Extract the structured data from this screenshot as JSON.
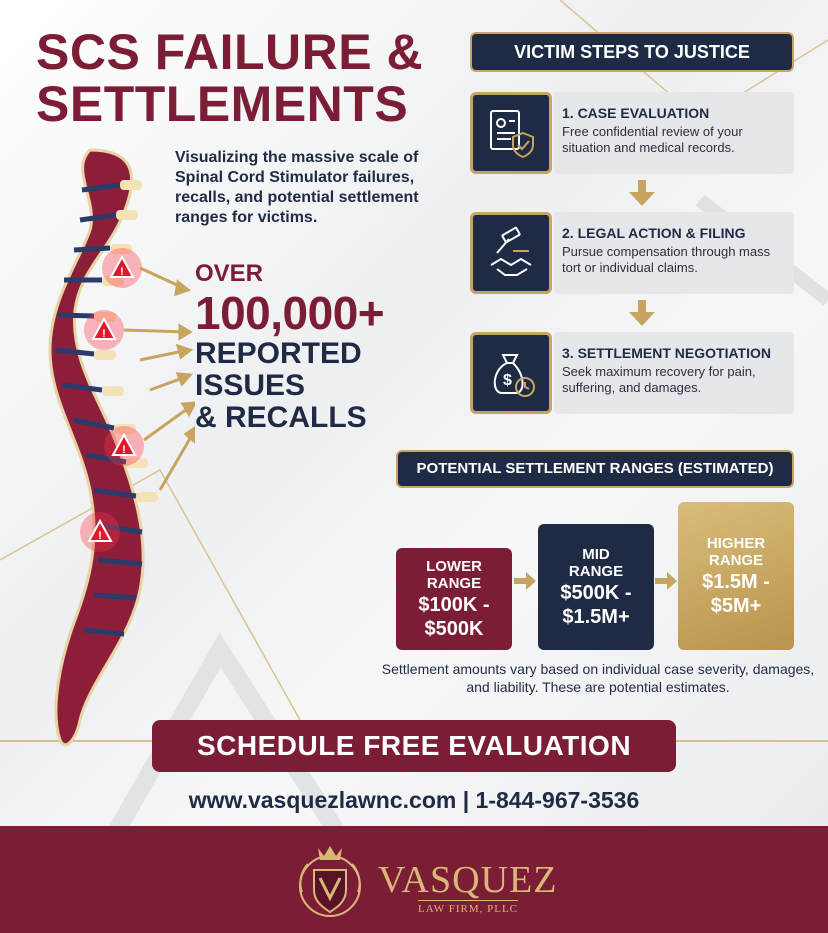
{
  "title_line1": "SCS FAILURE &",
  "title_line2": "SETTLEMENTS",
  "subtitle": "Visualizing the massive scale of Spinal Cord Stimulator failures, recalls, and potential settlement ranges for victims.",
  "stat": {
    "over": "OVER",
    "number": "100,000+",
    "line1": "REPORTED ISSUES",
    "line2": "& RECALLS"
  },
  "steps_header": "VICTIM STEPS TO JUSTICE",
  "steps": [
    {
      "title": "1. CASE EVALUATION",
      "desc": "Free confidential review of your situation and medical records.",
      "icon": "document-shield-icon"
    },
    {
      "title": "2. LEGAL ACTION & FILING",
      "desc": "Pursue compensation through mass tort or individual claims.",
      "icon": "gavel-handshake-icon"
    },
    {
      "title": "3. SETTLEMENT NEGOTIATION",
      "desc": "Seek maximum recovery for pain, suffering, and damages.",
      "icon": "money-bag-clock-icon"
    }
  ],
  "ranges_header": "POTENTIAL SETTLEMENT RANGES (ESTIMATED)",
  "ranges": [
    {
      "label1": "LOWER",
      "label2": "RANGE",
      "value1": "$100K -",
      "value2": "$500K"
    },
    {
      "label1": "MID",
      "label2": "RANGE",
      "value1": "$500K -",
      "value2": "$1.5M+"
    },
    {
      "label1": "HIGHER",
      "label2": "RANGE",
      "value1": "$1.5M -",
      "value2": "$5M+"
    }
  ],
  "note": "Settlement amounts vary based on individual case severity, damages, and liability. These are potential estimates.",
  "cta_label": "SCHEDULE FREE EVALUATION",
  "contact": "www.vasquezlawnc.com | 1-844-967-3536",
  "logo": {
    "name": "VASQUEZ",
    "sub": "LAW FIRM, PLLC"
  },
  "colors": {
    "maroon": "#7c1d36",
    "navy": "#1f2a44",
    "gold": "#c7a45f",
    "warning_red": "#e3182d"
  }
}
